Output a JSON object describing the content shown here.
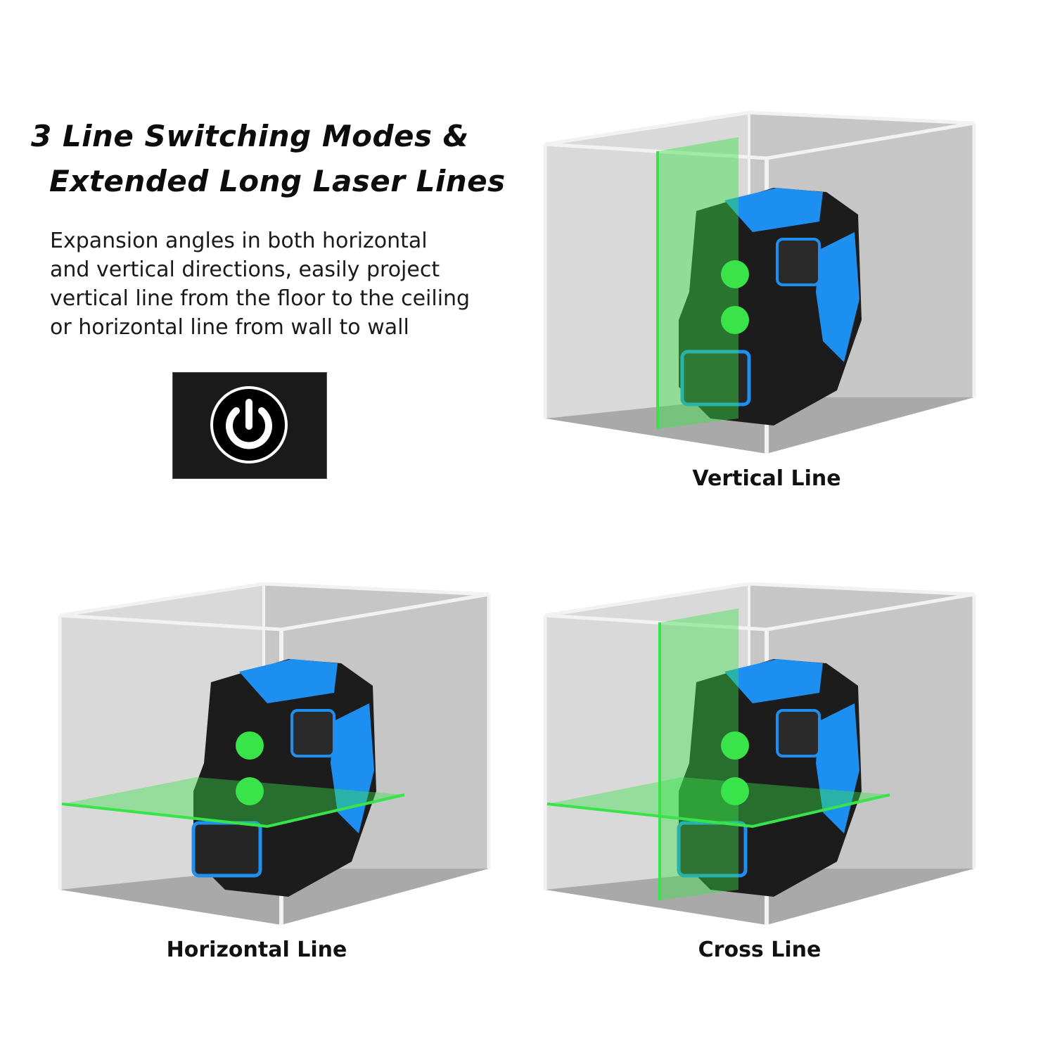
{
  "headline": {
    "line1": "3 Line Switching Modes &",
    "line2": "Extended Long Laser Lines"
  },
  "description": [
    "Expansion angles in both horizontal",
    "and vertical directions, easily project",
    "vertical line from the floor to the ceiling",
    "or horizontal line from wall to wall"
  ],
  "power_icon": "power-button-icon",
  "modes": [
    {
      "label": "Vertical Line"
    },
    {
      "label": "Horizontal Line"
    },
    {
      "label": "Cross Line"
    }
  ],
  "colors": {
    "laser_green": "#39e34a",
    "device_blue": "#1d8ff0",
    "device_black": "#1c1c1c",
    "tile_bg": "#1a1a1a"
  }
}
